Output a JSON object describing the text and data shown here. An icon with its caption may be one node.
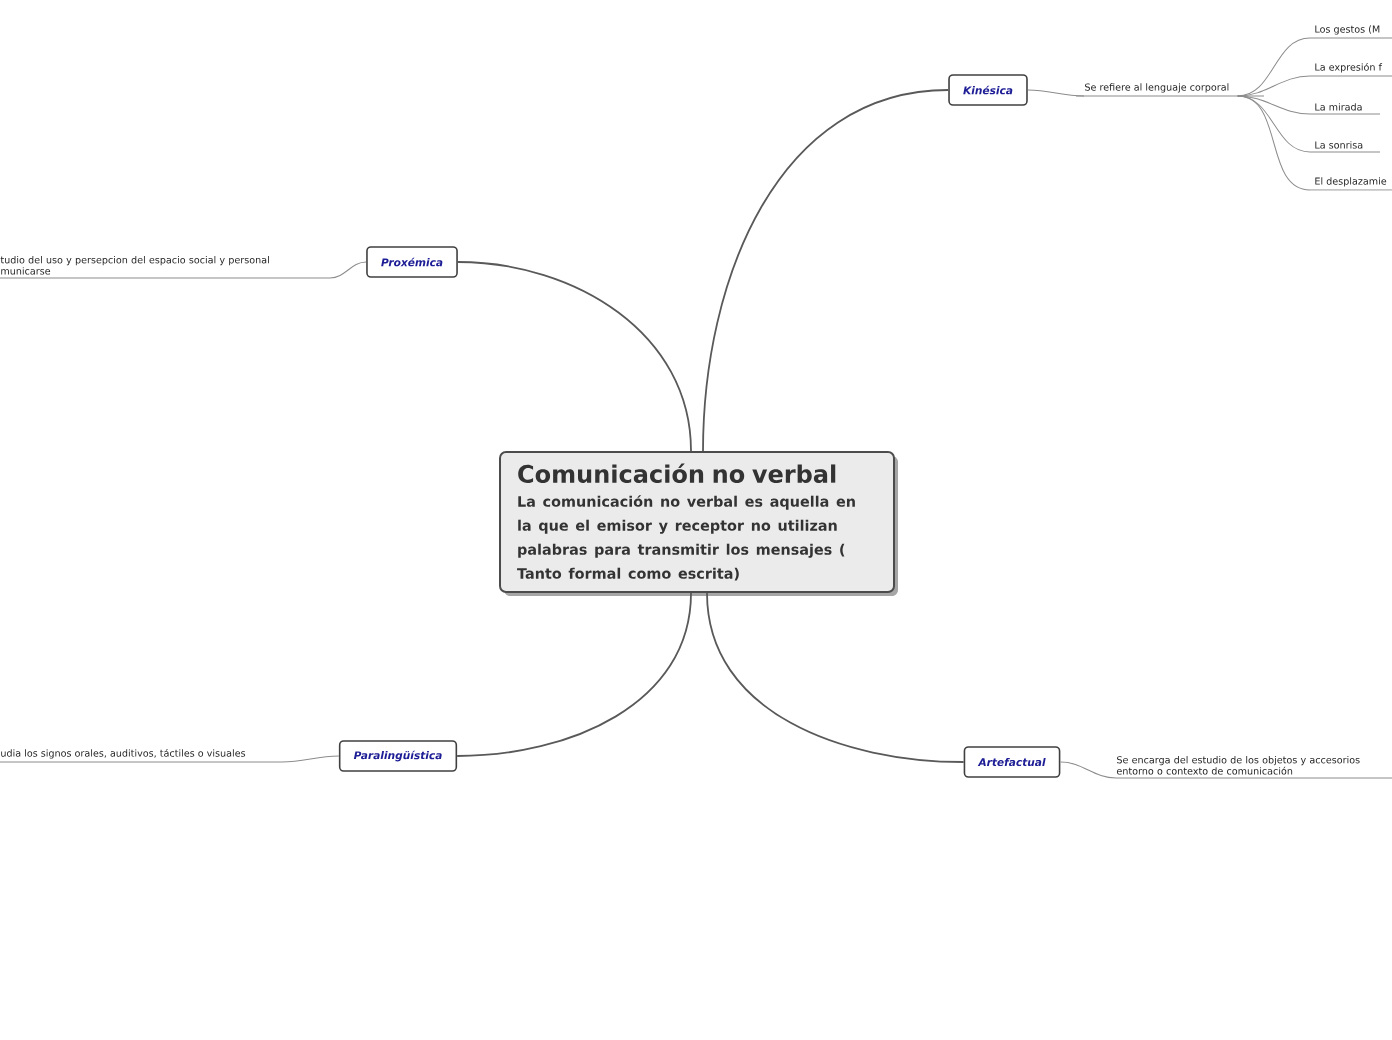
{
  "diagram": {
    "nodes": [
      {
        "text": [
          "Comunicación no verbal",
          "La comunicación no verbal es aquella en la que el emisor y receptor no utilizan palabras para transmitir los mensajes ( Tanto formal como escrita)"
        ]
      },
      {
        "text": [
          "Kinésica"
        ]
      },
      {
        "text": [
          "Se refiere al lenguaje corporal"
        ]
      },
      {
        "text": [
          "Los gestos (M"
        ]
      },
      {
        "text": [
          "La expresión f"
        ]
      },
      {
        "text": [
          "La mirada"
        ]
      },
      {
        "text": [
          "La sonrisa"
        ]
      },
      {
        "text": [
          "El desplazamie"
        ]
      },
      {
        "text": [
          "Proxémica"
        ]
      },
      {
        "text": [
          "tudio del uso y persepcion del espacio social y personal municarse"
        ]
      },
      {
        "text": [
          "Paralingüística"
        ]
      },
      {
        "text": [
          "udia los signos orales, auditivos, táctiles o visuales"
        ]
      },
      {
        "text": [
          "Artefactual"
        ]
      },
      {
        "text": [
          "Se encarga del estudio de los objetos y accesorios entorno o contexto de comunicación"
        ]
      }
    ],
    "edges": [
      {
        "from": 0,
        "to": 1,
        "arrow": "none"
      },
      {
        "from": 1,
        "to": 2,
        "arrow": "none"
      },
      {
        "from": 2,
        "to": 3,
        "arrow": "none"
      },
      {
        "from": 2,
        "to": 4,
        "arrow": "none"
      },
      {
        "from": 2,
        "to": 5,
        "arrow": "none"
      },
      {
        "from": 2,
        "to": 6,
        "arrow": "none"
      },
      {
        "from": 2,
        "to": 7,
        "arrow": "none"
      },
      {
        "from": 0,
        "to": 8,
        "arrow": "none"
      },
      {
        "from": 8,
        "to": 9,
        "arrow": "none"
      },
      {
        "from": 0,
        "to": 10,
        "arrow": "none"
      },
      {
        "from": 10,
        "to": 11,
        "arrow": "none"
      },
      {
        "from": 0,
        "to": 12,
        "arrow": "none"
      },
      {
        "from": 12,
        "to": 13,
        "arrow": "none"
      }
    ]
  }
}
